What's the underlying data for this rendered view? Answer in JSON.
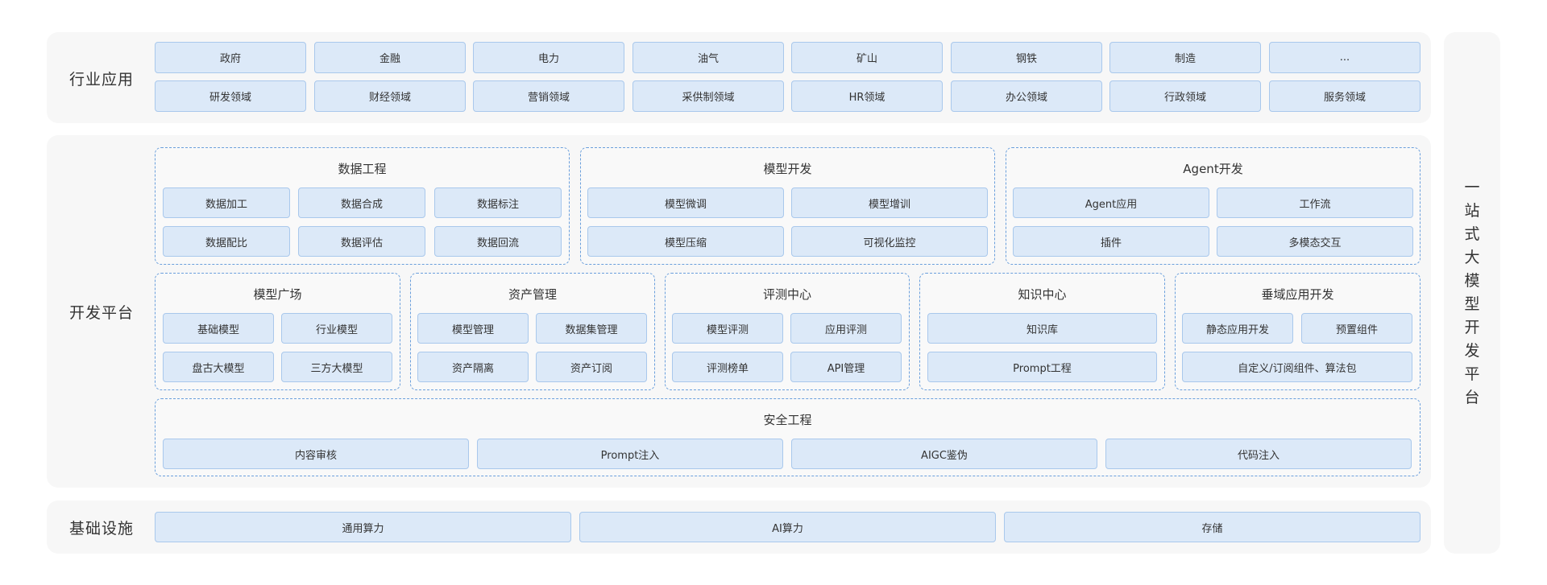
{
  "industry": {
    "title": "行业应用",
    "row1": [
      "政府",
      "金融",
      "电力",
      "油气",
      "矿山",
      "钢铁",
      "制造",
      "..."
    ],
    "row2": [
      "研发领域",
      "财经领域",
      "营销领域",
      "采供制领域",
      "HR领域",
      "办公领域",
      "行政领域",
      "服务领域"
    ]
  },
  "dev_platform": {
    "title": "开发平台",
    "data_engineering": {
      "title": "数据工程",
      "items": [
        "数据加工",
        "数据合成",
        "数据标注",
        "数据配比",
        "数据评估",
        "数据回流"
      ]
    },
    "model_dev": {
      "title": "模型开发",
      "items": [
        "模型微调",
        "模型增训",
        "模型压缩",
        "可视化监控"
      ]
    },
    "agent_dev": {
      "title": "Agent开发",
      "items": [
        "Agent应用",
        "工作流",
        "插件",
        "多模态交互"
      ]
    },
    "model_square": {
      "title": "模型广场",
      "items": [
        "基础模型",
        "行业模型",
        "盘古大模型",
        "三方大模型"
      ]
    },
    "asset_mgmt": {
      "title": "资产管理",
      "items": [
        "模型管理",
        "数据集管理",
        "资产隔离",
        "资产订阅"
      ]
    },
    "eval_center": {
      "title": "评测中心",
      "items": [
        "模型评测",
        "应用评测",
        "评测榜单",
        "API管理"
      ]
    },
    "knowledge_center": {
      "title": "知识中心",
      "items": [
        "知识库",
        "Prompt工程"
      ]
    },
    "vertical_dev": {
      "title": "垂域应用开发",
      "items": [
        "静态应用开发",
        "预置组件",
        "自定义/订阅组件、算法包"
      ]
    },
    "security": {
      "title": "安全工程",
      "items": [
        "内容审核",
        "Prompt注入",
        "AIGC鉴伪",
        "代码注入"
      ]
    }
  },
  "infrastructure": {
    "title": "基础设施",
    "items": [
      "通用算力",
      "AI算力",
      "存储"
    ]
  },
  "side_title": [
    "一",
    "站",
    "式",
    "大",
    "模",
    "型",
    "开",
    "发",
    "平",
    "台"
  ]
}
